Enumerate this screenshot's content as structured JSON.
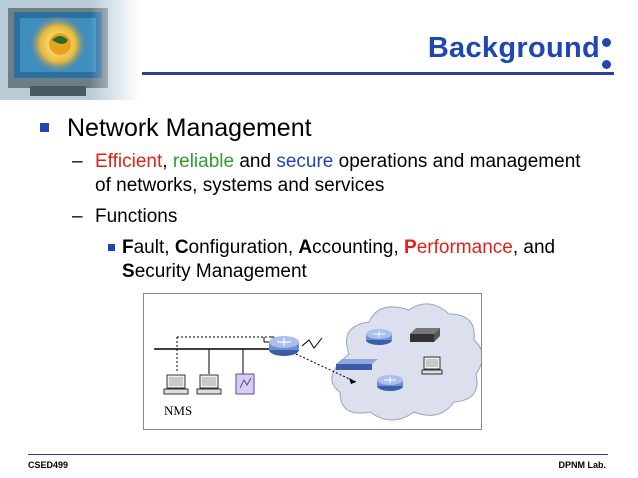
{
  "slide": {
    "title": "Background",
    "footer_left": "CSED499",
    "footer_right": "DPNM Lab."
  },
  "bullet1": {
    "text": "Network Management"
  },
  "sub1": {
    "w1": "Efficient",
    "w2": ", ",
    "w3": "reliable",
    "w4": " and ",
    "w5": "secure",
    "w6": " operations and management of networks, systems and services"
  },
  "sub2": {
    "text": "Functions"
  },
  "sub3": {
    "f_letter": "F",
    "f_rest": "ault, ",
    "c_letter": "C",
    "c_rest": "onfiguration, ",
    "a_letter": "A",
    "a_rest": "ccounting, ",
    "p_letter": "P",
    "p_rest": "erformance",
    "and": ", and ",
    "s_letter": "S",
    "s_rest": "ecurity Management"
  },
  "diagram": {
    "nms_label": "NMS"
  },
  "colors": {
    "accent": "#1f47b3",
    "highlight_red": "#e0211c",
    "highlight_green": "#2e9d2e"
  }
}
